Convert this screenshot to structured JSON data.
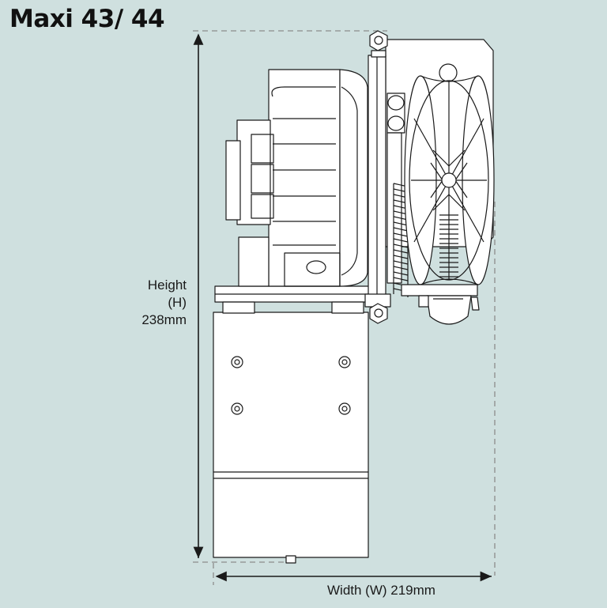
{
  "title": "Maxi 43/ 44",
  "dimensions": {
    "height": {
      "name": "Height",
      "symbol": "(H)",
      "value": "238mm"
    },
    "width": {
      "label": "Width (W) 219mm"
    }
  },
  "colors": {
    "background": "#cfe0df",
    "line": "#1a1a1a",
    "part_fill": "#ffffff",
    "dashed": "#8c8c8c"
  }
}
